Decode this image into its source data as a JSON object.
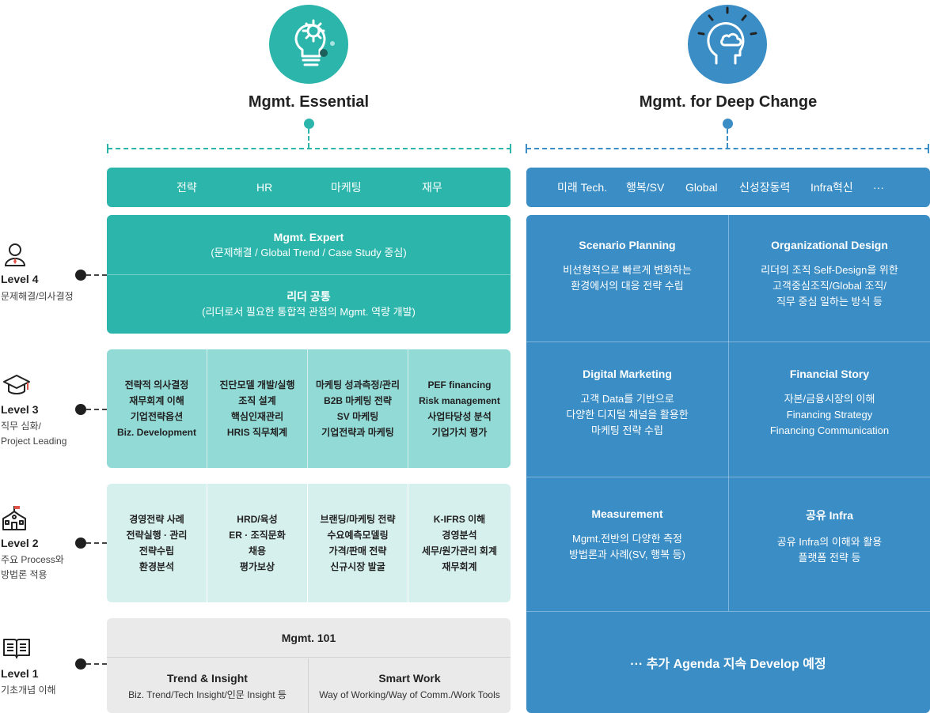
{
  "left_column": {
    "title": "Mgmt. Essential",
    "icon": "gear-lightbulb-icon",
    "color": "#2bb5ab",
    "tags": [
      "전략",
      "HR",
      "마케팅",
      "재무"
    ]
  },
  "right_column": {
    "title": "Mgmt. for Deep Change",
    "icon": "mind-head-icon",
    "color": "#3a8dc5",
    "tags": [
      "미래 Tech.",
      "행복/SV",
      "Global",
      "신성장동력",
      "Infra혁신",
      "···"
    ]
  },
  "levels": [
    {
      "icon": "person-icon",
      "title": "Level 4",
      "sub": [
        "문제해결/의사결정"
      ]
    },
    {
      "icon": "graduation-cap-icon",
      "title": "Level 3",
      "sub": [
        "직무 심화/",
        "Project Leading"
      ]
    },
    {
      "icon": "school-building-icon",
      "title": "Level 2",
      "sub": [
        "주요  Process와",
        "방법론 적용"
      ]
    },
    {
      "icon": "book-icon",
      "title": "Level 1",
      "sub": [
        "기초개념 이해"
      ]
    }
  ],
  "level4": {
    "expert_title": "Mgmt. Expert",
    "expert_sub": "(문제해결 / Global Trend / Case Study 중심)",
    "leader_title": "리더 공통",
    "leader_sub": "(리더로서 필요한 통합적 관점의 Mgmt. 역량 개발)"
  },
  "level3": [
    [
      "전략적 의사결정",
      "재무회계 이해",
      "기업전략옵션",
      "Biz. Development"
    ],
    [
      "진단모델 개발/실행",
      "조직 설계",
      "핵심인재관리",
      "HRIS 직무체계"
    ],
    [
      "마케팅 성과측정/관리",
      "B2B 마케팅 전략",
      "SV 마케팅",
      "기업전략과 마케팅"
    ],
    [
      "PEF financing",
      "Risk management",
      "사업타당성 분석",
      "기업가치 평가"
    ]
  ],
  "level2": [
    [
      "경영전략 사례",
      "전략실행 · 관리",
      "전략수립",
      "환경분석"
    ],
    [
      "HRD/육성",
      "ER · 조직문화",
      "채용",
      "평가보상"
    ],
    [
      "브랜딩/마케팅 전략",
      "수요예측모델링",
      "가격/판매 전략",
      "신규시장 발굴"
    ],
    [
      "K-IFRS 이해",
      "경영분석",
      "세무/원가관리 회계",
      "재무회계"
    ]
  ],
  "level1": {
    "title": "Mgmt. 101",
    "left_title": "Trend & Insight",
    "left_sub": "Biz. Trend/Tech Insight/인문 Insight 등",
    "right_title": "Smart Work",
    "right_sub": "Way of Working/Way of Comm./Work Tools"
  },
  "deep_change": [
    {
      "title": "Scenario Planning",
      "lines": [
        "비선형적으로 빠르게 변화하는",
        "환경에서의 대응 전략 수립"
      ]
    },
    {
      "title": "Organizational Design",
      "lines": [
        "리더의 조직 Self-Design을 위한",
        "고객중심조직/Global 조직/",
        "직무 중심 일하는 방식 등"
      ]
    },
    {
      "title": "Digital Marketing",
      "lines": [
        "고객 Data를 기반으로",
        "다양한 디지털 채널을 활용한",
        "마케팅 전략 수립"
      ]
    },
    {
      "title": "Financial Story",
      "lines": [
        "자본/금융시장의 이해",
        "Financing Strategy",
        "Financing Communication"
      ]
    },
    {
      "title": "Measurement",
      "lines": [
        "Mgmt.전반의 다양한 측정",
        "방법론과 사례(SV, 행복 등)"
      ]
    },
    {
      "title": "공유 Infra",
      "lines": [
        "공유  Infra의 이해와 활용",
        "플랫폼 전략 등"
      ]
    }
  ],
  "deep_change_footer": "··· 추가 Agenda 지속 Develop 예정"
}
